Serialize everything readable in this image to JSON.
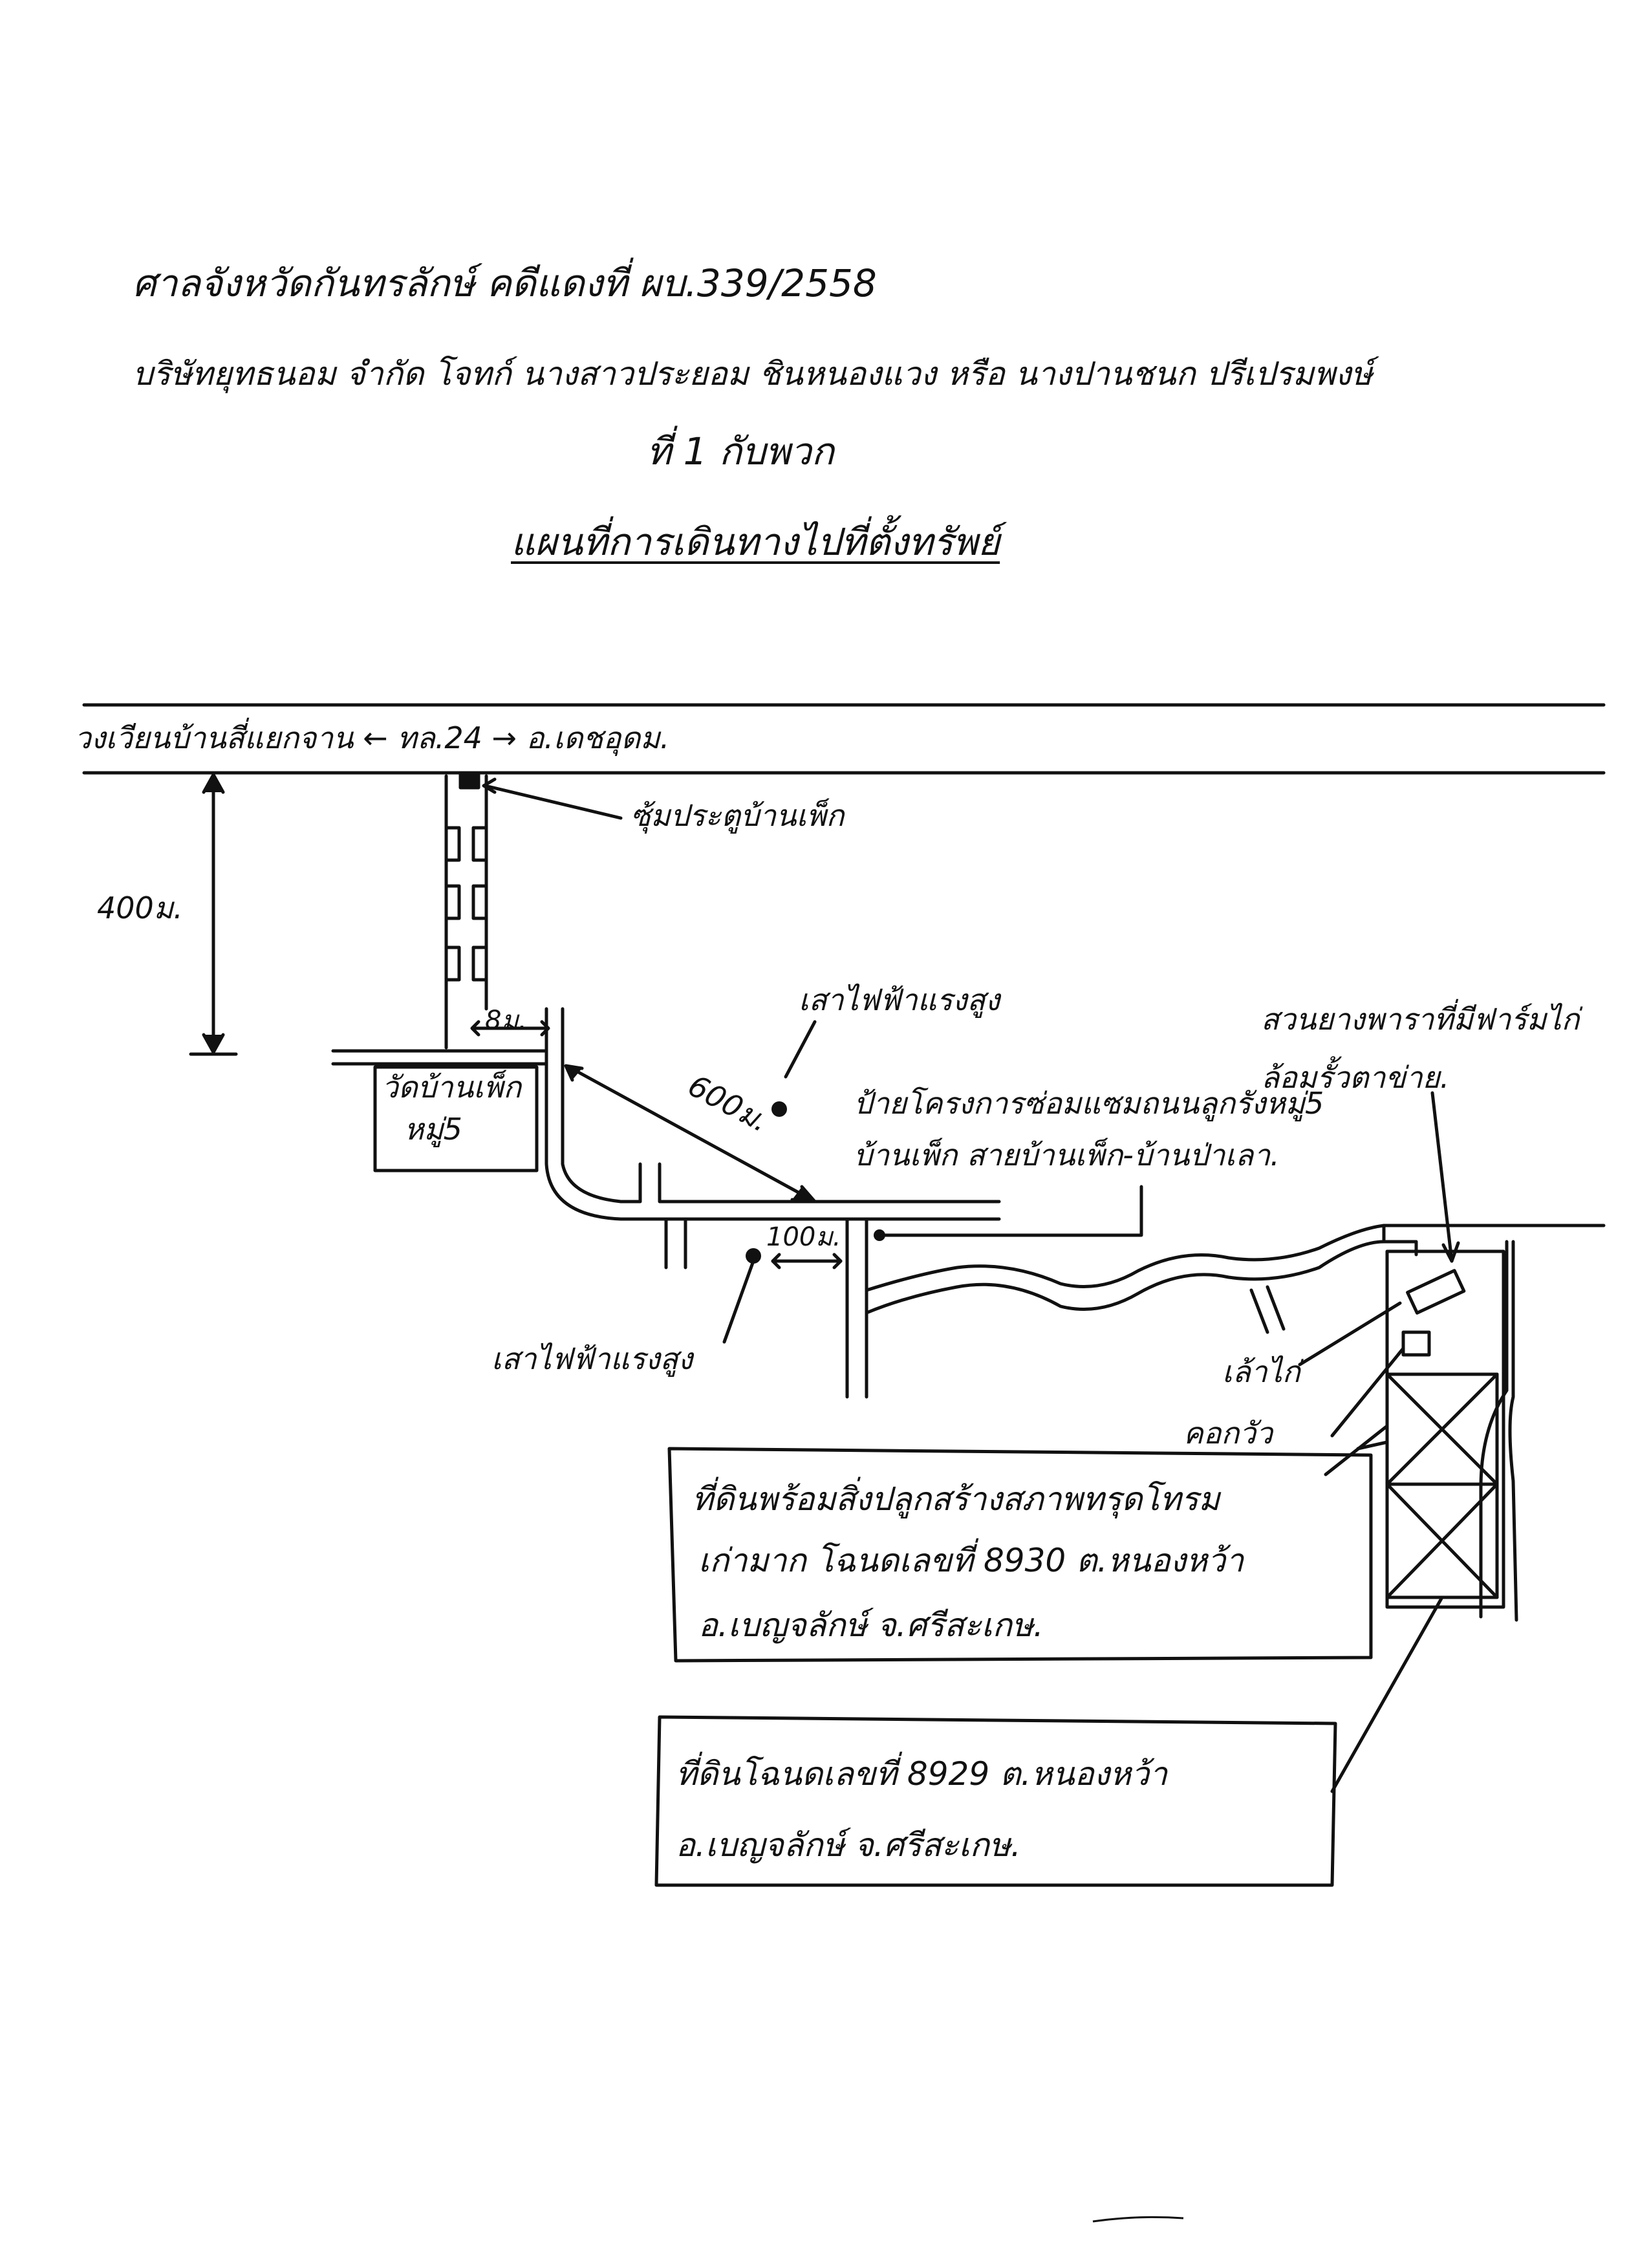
{
  "header": {
    "line1": "ศาลจังหวัดกันทรลักษ์ คดีแดงที่ ผบ.339/2558",
    "line2": "บริษัทยุทธนอม จำกัด โจทก์ นางสาวประยอม ชินหนองแวง หรือ นางปานชนก ปรีเปรมพงษ์",
    "line3": "ที่ 1 กับพวก",
    "title": "แผนที่การเดินทางไปที่ตั้งทรัพย์"
  },
  "labels": {
    "main_road": "วงเวียนบ้านสี่แยกจาน ← ทล.24 → อ.เดชอุดม.",
    "gate": "ซุ้มประตูบ้านเพ็ก",
    "dist_400": "400ม.",
    "dist_8": "8ม.",
    "temple_line1": "วัดบ้านเพ็ก",
    "temple_line2": "หมู่5",
    "dist_600": "600ม.",
    "pole_top": "เสาไฟฟ้าแรงสูง",
    "sign_line1": "ป้ายโครงการซ่อมแซมถนนลูกรังหมู่5",
    "sign_line2": "บ้านเพ็ก สายบ้านเพ็ก-บ้านป่าเลา.",
    "dist_100": "100ม.",
    "pole_bottom": "เสาไฟฟ้าแรงสูง",
    "plantation_line1": "สวนยางพาราที่มีฟาร์มไก่",
    "plantation_line2": "ล้อมรั้วตาข่าย.",
    "chicken": "เล้าไก่",
    "cow": "คอกวัว"
  },
  "boxes": {
    "box1_line1": "ที่ดินพร้อมสิ่งปลูกสร้างสภาพทรุดโทรม",
    "box1_line2": "เก่ามาก โฉนดเลขที่ 8930 ต.หนองหว้า",
    "box1_line3": "อ.เบญจลักษ์ จ.ศรีสะเกษ.",
    "box2_line1": "ที่ดินโฉนดเลขที่ 8929 ต.หนองหว้า",
    "box2_line2": "อ.เบญจลักษ์ จ.ศรีสะเกษ."
  }
}
